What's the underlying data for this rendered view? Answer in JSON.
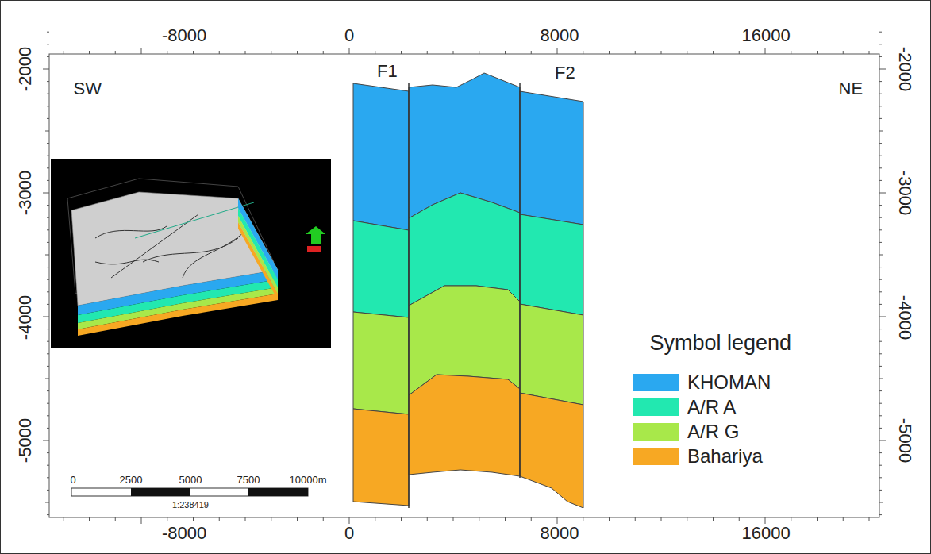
{
  "diagram": {
    "labels": [
      "-8000",
      "0",
      "8000",
      "16000",
      "-8000",
      "0",
      "8000",
      "16000",
      "-2000",
      "-3000",
      "-4000",
      "-5000",
      "-2000",
      "-3000",
      "-4000",
      "-5000",
      "SW",
      "NE",
      "F1",
      "F2",
      "0",
      "2500",
      "5000",
      "7500",
      "10000m",
      "1:238419",
      "Symbol legend"
    ],
    "legend": [
      {
        "text": "KHOMAN",
        "color": "#2aa8f0"
      },
      {
        "text": "A/R A",
        "color": "#22e8b0"
      },
      {
        "text": "A/R G",
        "color": "#a8e84a"
      },
      {
        "text": "Bahariya",
        "color": "#f7a823"
      }
    ]
  }
}
